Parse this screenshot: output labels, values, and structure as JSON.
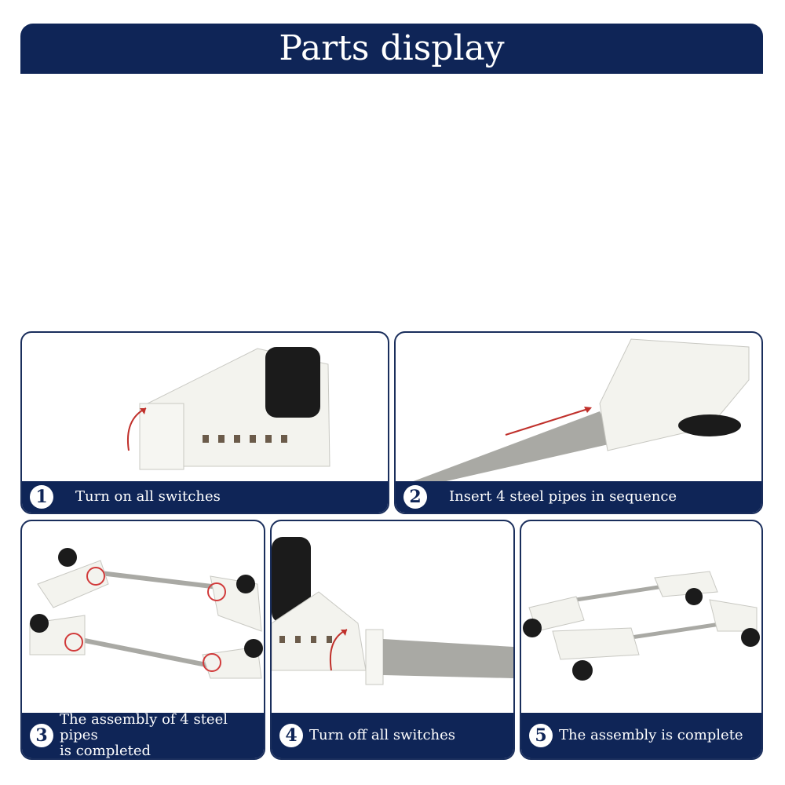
{
  "header": {
    "title": "Parts display"
  },
  "steps": [
    {
      "number": "1",
      "text": "Turn on all switches"
    },
    {
      "number": "2",
      "text": "Insert 4 steel pipes in sequence"
    },
    {
      "number": "3",
      "text_line1": "The assembly of 4 steel pipes",
      "text_line2": "is completed"
    },
    {
      "number": "4",
      "text": "Turn off all switches"
    },
    {
      "number": "5",
      "text": "The assembly is complete"
    }
  ],
  "colors": {
    "navy": "#0f2557",
    "steel": "#a9a9a4",
    "plastic": "#f3f3ee",
    "wheel": "#1b1b1b",
    "arrow": "#c0302b"
  }
}
